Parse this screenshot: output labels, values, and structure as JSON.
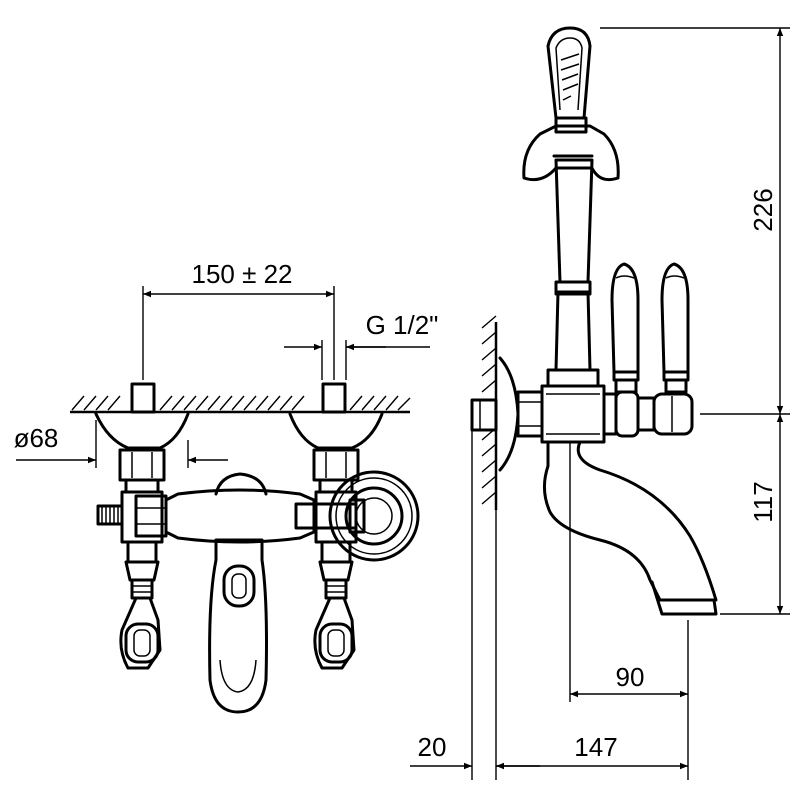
{
  "dimensions": {
    "center_distance": "150 ± 22",
    "connection_thread": "G 1/2\"",
    "rosette_diameter": "ø68",
    "total_height": "226",
    "spout_height": "117",
    "spout_reach_from_inlet": "90",
    "spout_reach_from_wall": "147",
    "wall_offset": "20"
  },
  "colors": {
    "line": "#000000",
    "background": "#ffffff"
  }
}
